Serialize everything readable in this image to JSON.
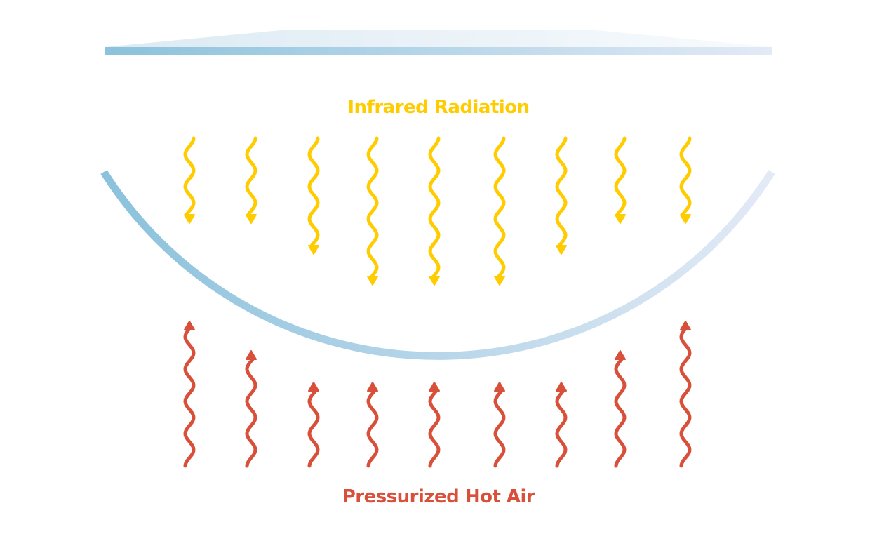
{
  "labels": {
    "infrared": "Infrared Radiation",
    "hot_air": "Pressurized Hot Air"
  },
  "colors": {
    "infrared": "#FFCC00",
    "hot_air": "#D8503A",
    "panel_start": "#8BC2DC",
    "panel_end": "#E3EAF6"
  },
  "infrared_arrow_count": 9,
  "hot_air_arrow_count": 9
}
